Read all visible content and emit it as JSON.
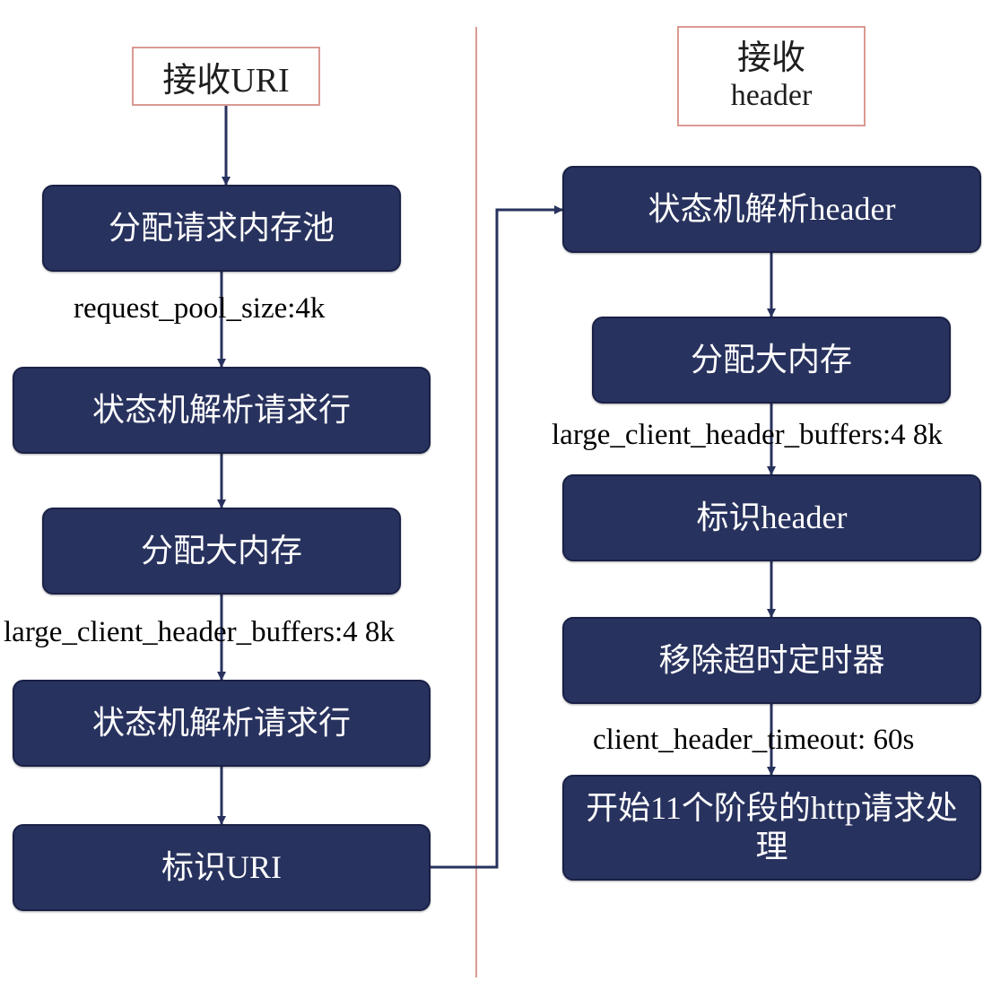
{
  "left_lane": {
    "header": "接收URI",
    "steps": [
      "分配请求内存池",
      "状态机解析请求行",
      "分配大内存",
      "状态机解析请求行",
      "标识URI"
    ],
    "notes": [
      "request_pool_size:4k",
      "large_client_header_buffers:4 8k"
    ]
  },
  "right_lane": {
    "header_line1": "接收",
    "header_line2": "header",
    "steps": [
      "状态机解析header",
      "分配大内存",
      "标识header",
      "移除超时定时器",
      "开始11个阶段的http请求处理"
    ],
    "notes": [
      "large_client_header_buffers:4 8k",
      "client_header_timeout: 60s"
    ]
  }
}
